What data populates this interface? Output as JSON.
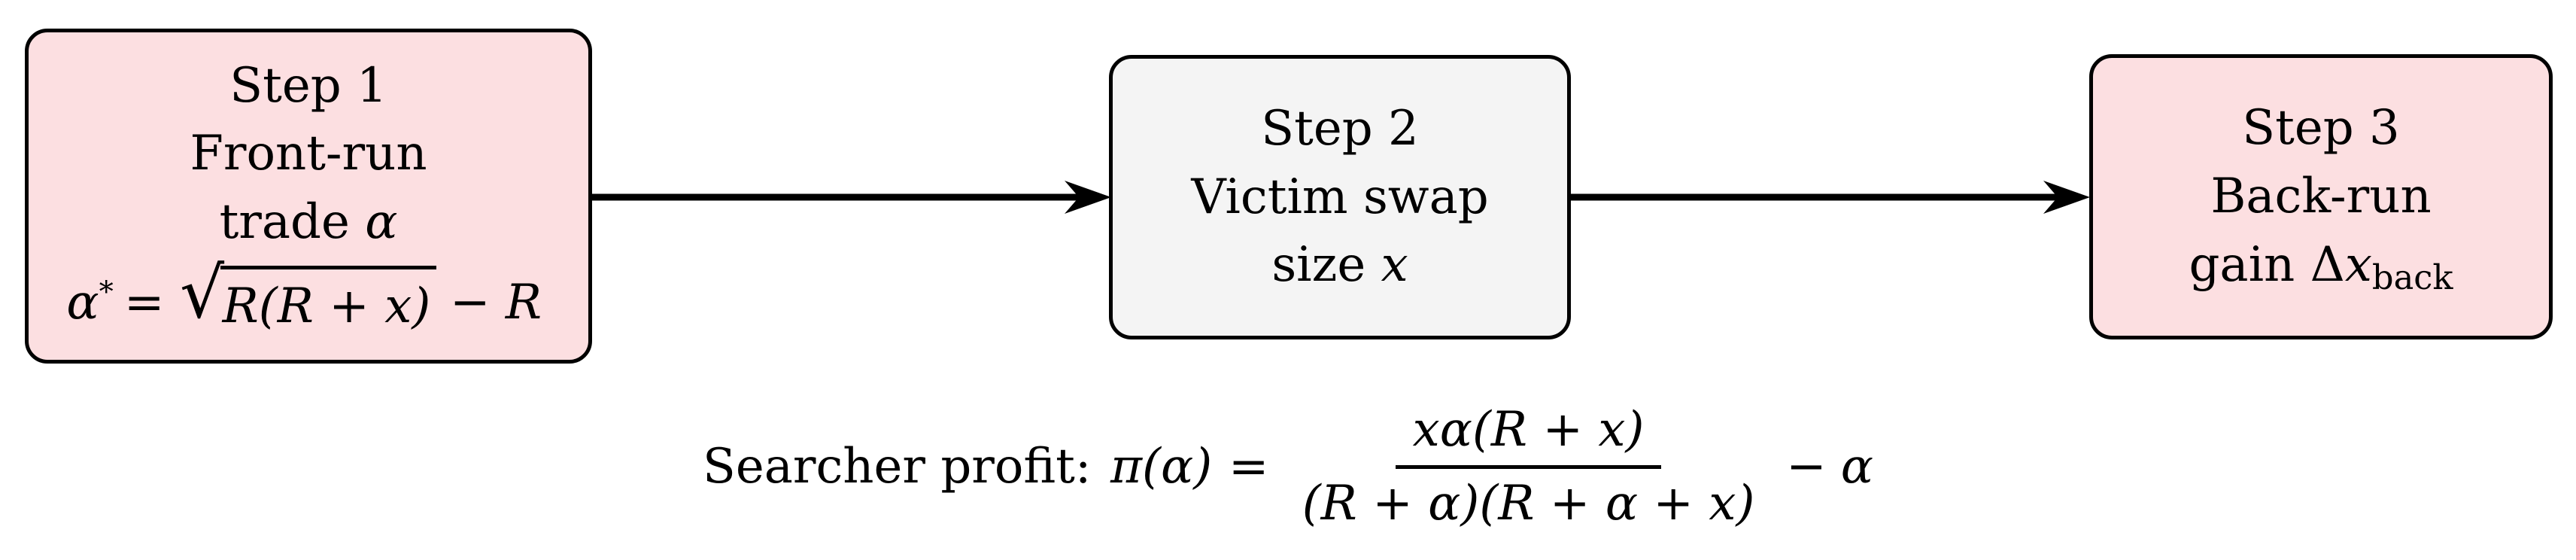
{
  "colors": {
    "box-pink": "#fcdfe1",
    "box-gray": "#f4f4f4",
    "stroke": "#000000",
    "background": "#ffffff",
    "text": "#000000"
  },
  "steps": [
    {
      "title": "Step 1",
      "line2": "Front-run",
      "line3_word": "trade",
      "line3_var": "α",
      "formula": {
        "lhs": "α",
        "sup": "*",
        "eq": "=",
        "radical": "√",
        "radicand": "R(R + x)",
        "tail": "− R"
      }
    },
    {
      "title": "Step 2",
      "line2": "Victim swap",
      "line3_word": "size",
      "line3_var": "x"
    },
    {
      "title": "Step 3",
      "line2": "Back-run",
      "line3_word": "gain",
      "line3_delta": "Δ",
      "line3_var": "x",
      "line3_sub": "back"
    }
  ],
  "caption": {
    "label": "Searcher profit:",
    "func": "π(α)",
    "eq": "=",
    "numerator": "xα(R + x)",
    "denominator": "(R + α)(R + α + x)",
    "minus": "−",
    "alpha": "α"
  }
}
